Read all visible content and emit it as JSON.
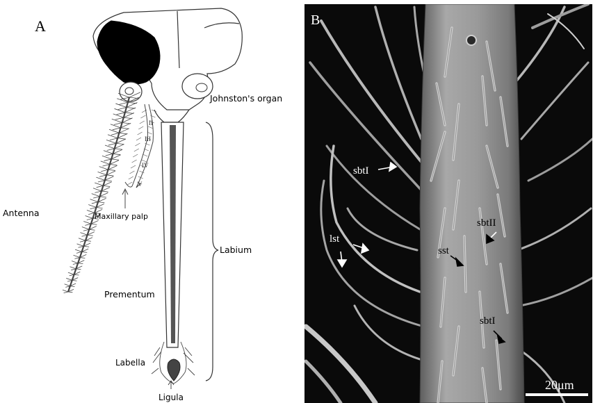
{
  "panel_a": {
    "panel_label": "A",
    "labels": {
      "johnstons_organ": "Johnston's organ",
      "antenna": "Antenna",
      "maxillary_palp": "Maxillary palp",
      "labium": "Labium",
      "prementum": "Prementum",
      "labella": "Labella",
      "ligula": "Ligula"
    },
    "palp_segments": [
      "II",
      "III",
      "IV",
      "V"
    ]
  },
  "panel_b": {
    "panel_label": "B",
    "labels": {
      "sbt1_upper": "sbtI",
      "lst": "lst",
      "sbt2": "sbtII",
      "sst": "sst",
      "sbt1_lower": "sbtI"
    },
    "scale_bar": "20μm"
  },
  "colors": {
    "line": "#333333",
    "eye_fill": "#000000",
    "proboscis_core": "#555555",
    "sem_background": "#0a0a0a",
    "sem_shaft": "#9a9a9a",
    "sem_bristle": "#cfcfcf"
  }
}
